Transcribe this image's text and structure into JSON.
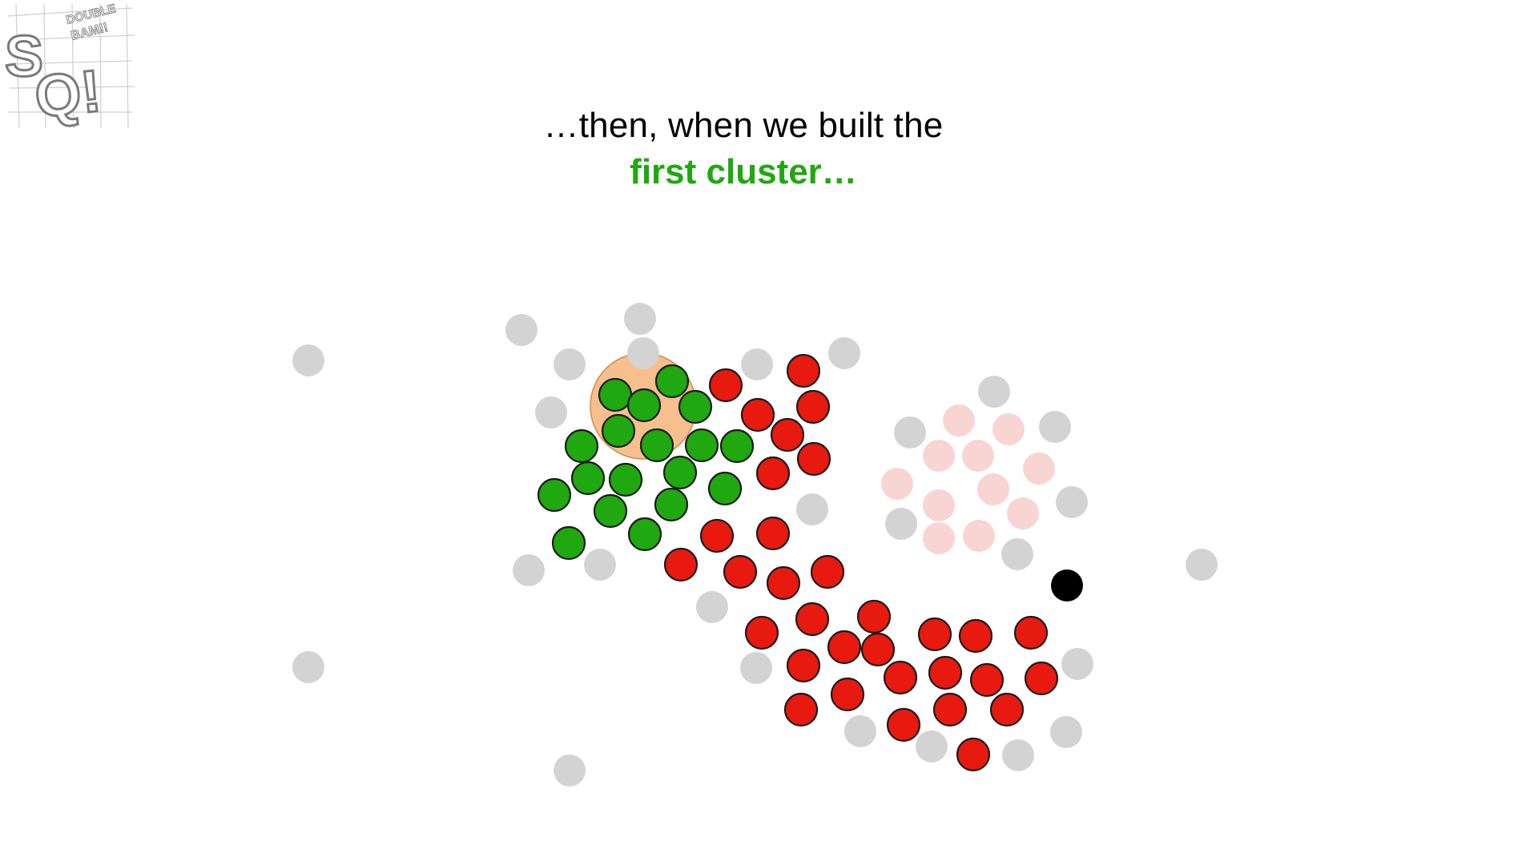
{
  "logo": {
    "icon": "statquest-double-bam-logo",
    "text": [
      "DOUBLE",
      "BAM!!",
      "S",
      "Q!"
    ]
  },
  "caption": {
    "line1": "…then, when we built the",
    "line2": "first cluster…"
  },
  "colors": {
    "cluster1": "#1fa80f",
    "cluster2": "#e8190f",
    "faded_cluster": "#f8d4d2",
    "unassigned": "#d3d3d3",
    "core_highlight": "#f7b47a",
    "outlier": "#000000"
  },
  "diagram": {
    "points": [
      {
        "kind": "highlight",
        "x": 0,
        "y": 0
      },
      {
        "kind": "gray",
        "x": 0,
        "y": 0
      }
    ]
  }
}
